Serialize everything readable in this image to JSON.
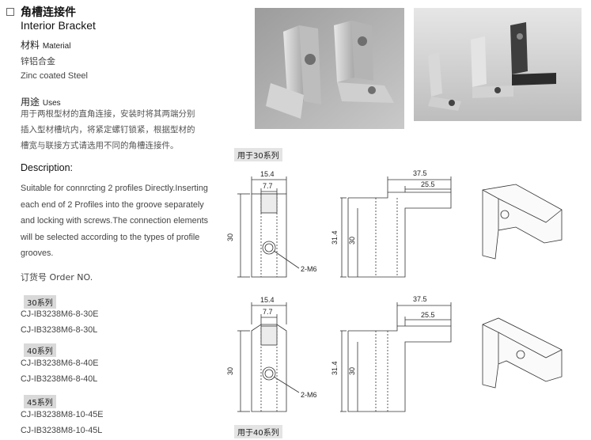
{
  "product": {
    "title_cn": "角槽连接件",
    "title_en": "Interior Bracket"
  },
  "material": {
    "label_cn": "材料",
    "label_en": "Material",
    "value_cn": "锌铝合金",
    "value_en": "Zinc coated Steel"
  },
  "uses": {
    "label_cn": "用途",
    "label_en": "Uses",
    "lines": [
      "用于两根型材的直角连接，安装时将其两端分别",
      "插入型材槽坑内，将紧定螺钉锁紧，根据型材的",
      "槽宽与联接方式请选用不同的角槽连接件。"
    ]
  },
  "description": {
    "title": "Description:",
    "lines": [
      "Suitable for connrcting 2 profiles Directly.Inserting",
      "each end of 2 Profiles into the groove separately",
      "and locking with screws.The connection elements",
      "will be selected according to the types of profile",
      "grooves."
    ]
  },
  "order": {
    "label": "订货号 Order NO.",
    "groups": [
      {
        "series": "30系列",
        "codes": [
          "CJ-IB3238M6-8-30E",
          "CJ-IB3238M6-8-30L"
        ]
      },
      {
        "series": "40系列",
        "codes": [
          "CJ-IB3238M6-8-40E",
          "CJ-IB3238M6-8-40L"
        ]
      },
      {
        "series": "45系列",
        "codes": [
          "CJ-IB3238M8-10-45E",
          "CJ-IB3238M8-10-45L"
        ]
      }
    ]
  },
  "drawings": {
    "top_caption": "用于30系列",
    "bottom_caption": "用于40系列",
    "front": {
      "width": "15.4",
      "inner": "7.7",
      "height": "30",
      "hole": "2-M6"
    },
    "side": {
      "length": "37.5",
      "inner": "25.5",
      "height": "31.4",
      "sub_height": "30"
    }
  }
}
